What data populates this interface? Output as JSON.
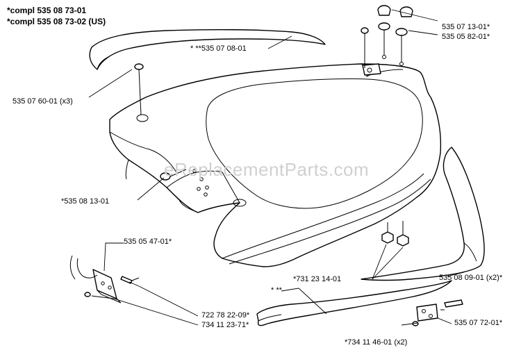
{
  "header": {
    "line1": "*compl 535 08 73-01",
    "line2": "*compl 535 08 73-02 (US)"
  },
  "watermark": "eReplacementParts.com",
  "labels": {
    "l1": "* **535 07 08-01",
    "l2": "535 07 13-01*",
    "l3": "535 05 82-01*",
    "l4": "535 07 60-01 (x3)",
    "l5": "*535 08 13-01",
    "l6": "535 05 47-01*",
    "l7": "*731 23 14-01",
    "l8": "535 08 09-01 (x2)*",
    "l9": "* **",
    "l10": "722 78 22-09*",
    "l11": "734 11 23-71*",
    "l12": "535 07 72-01*",
    "l13": "*734 11 46-01 (x2)"
  }
}
